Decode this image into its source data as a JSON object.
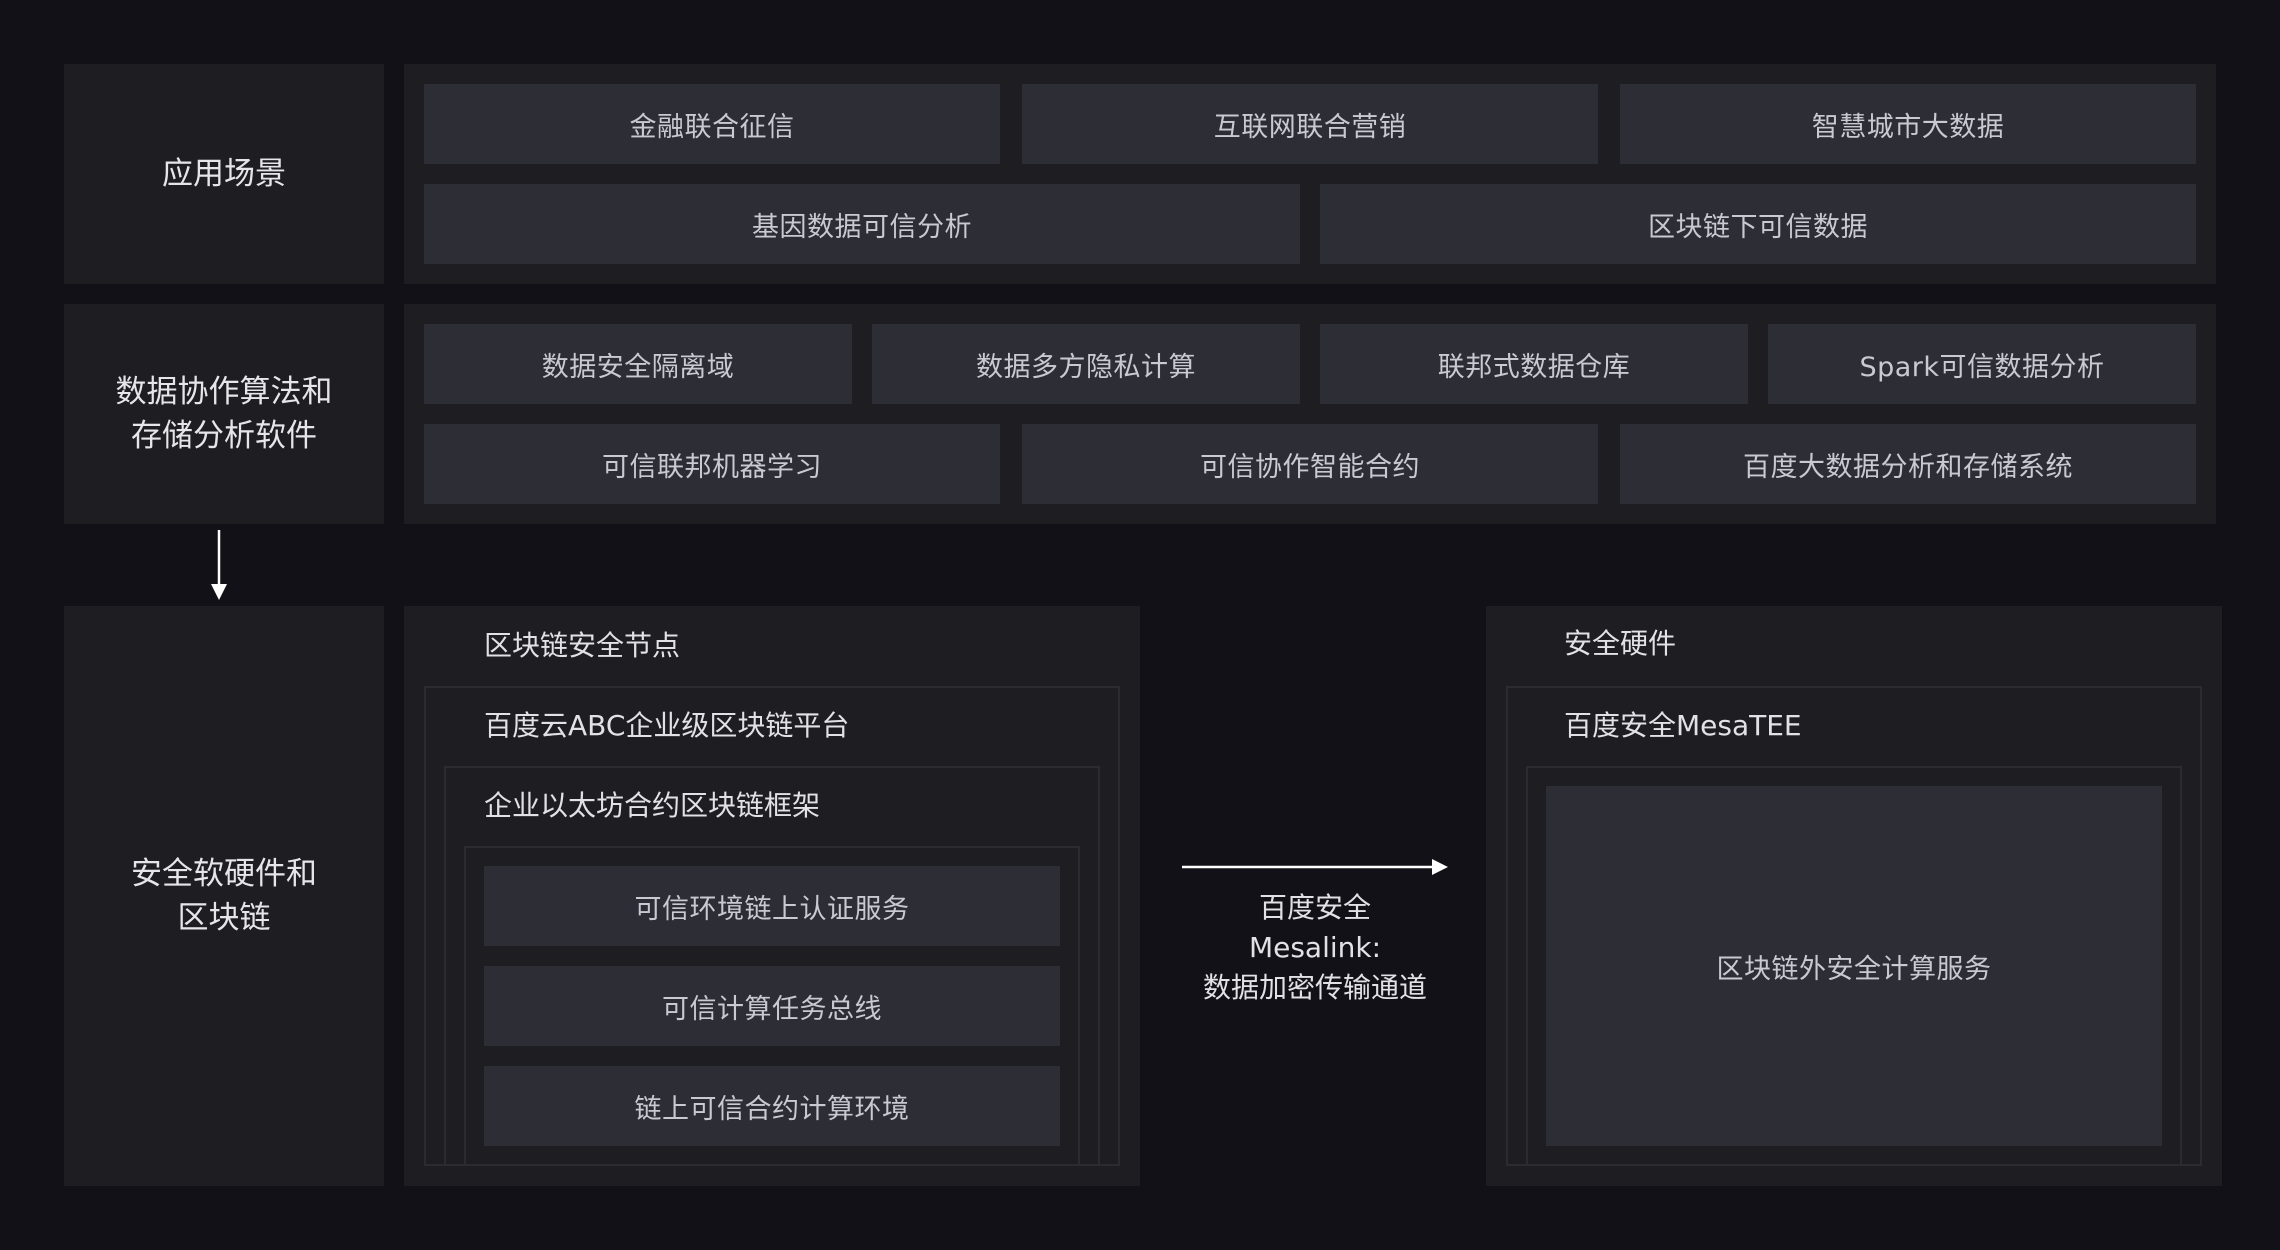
{
  "rows": {
    "app": {
      "label": "应用场景",
      "items": [
        "金融联合征信",
        "互联网联合营销",
        "智慧城市大数据",
        "基因数据可信分析",
        "区块链下可信数据"
      ]
    },
    "algo": {
      "label_line1": "数据协作算法和",
      "label_line2": "存储分析软件",
      "items": [
        "数据安全隔离域",
        "数据多方隐私计算",
        "联邦式数据仓库",
        "Spark可信数据分析",
        "可信联邦机器学习",
        "可信协作智能合约",
        "百度大数据分析和存储系统"
      ]
    },
    "secure": {
      "label_line1": "安全软硬件和",
      "label_line2": "区块链"
    }
  },
  "blockchain": {
    "title": "区块链安全节点",
    "platform": "百度云ABC企业级区块链平台",
    "framework": "企业以太坊合约区块链框架",
    "services": [
      "可信环境链上认证服务",
      "可信计算任务总线",
      "链上可信合约计算环境"
    ]
  },
  "channel": {
    "line1": "百度安全",
    "line2": "Mesalink:",
    "line3": "数据加密传输通道"
  },
  "hardware": {
    "title": "安全硬件",
    "mesatee": "百度安全MesaTEE",
    "service": "区块链外安全计算服务"
  },
  "colors": {
    "background": "#121117",
    "panel": "#1d1d22",
    "cell": "#2d2d36",
    "text": "#d4d4da",
    "arrow": "#ffffff"
  }
}
